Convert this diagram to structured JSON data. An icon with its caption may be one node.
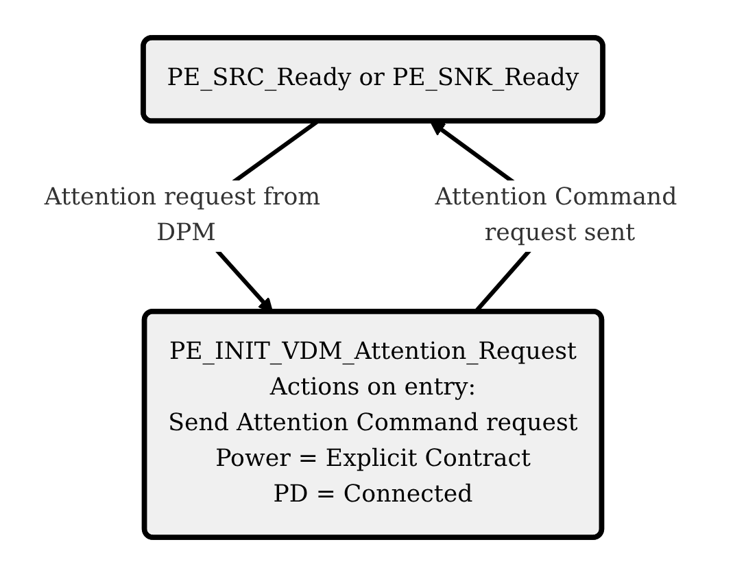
{
  "diagram": {
    "nodes": [
      {
        "text": [
          "PE_SRC_Ready or PE_SNK_Ready"
        ]
      },
      {
        "text": [
          "PE_INIT_VDM_Attention_Request",
          "Actions on entry:",
          "Send Attention Command request",
          "Power = Explicit Contract",
          "PD = Connected"
        ]
      }
    ],
    "edges": [
      {
        "from": 0,
        "to": 1,
        "arrow": "to",
        "label": "Attention request from DPM"
      },
      {
        "from": 1,
        "to": 0,
        "arrow": "to",
        "label": "Attention Command request sent"
      }
    ]
  }
}
